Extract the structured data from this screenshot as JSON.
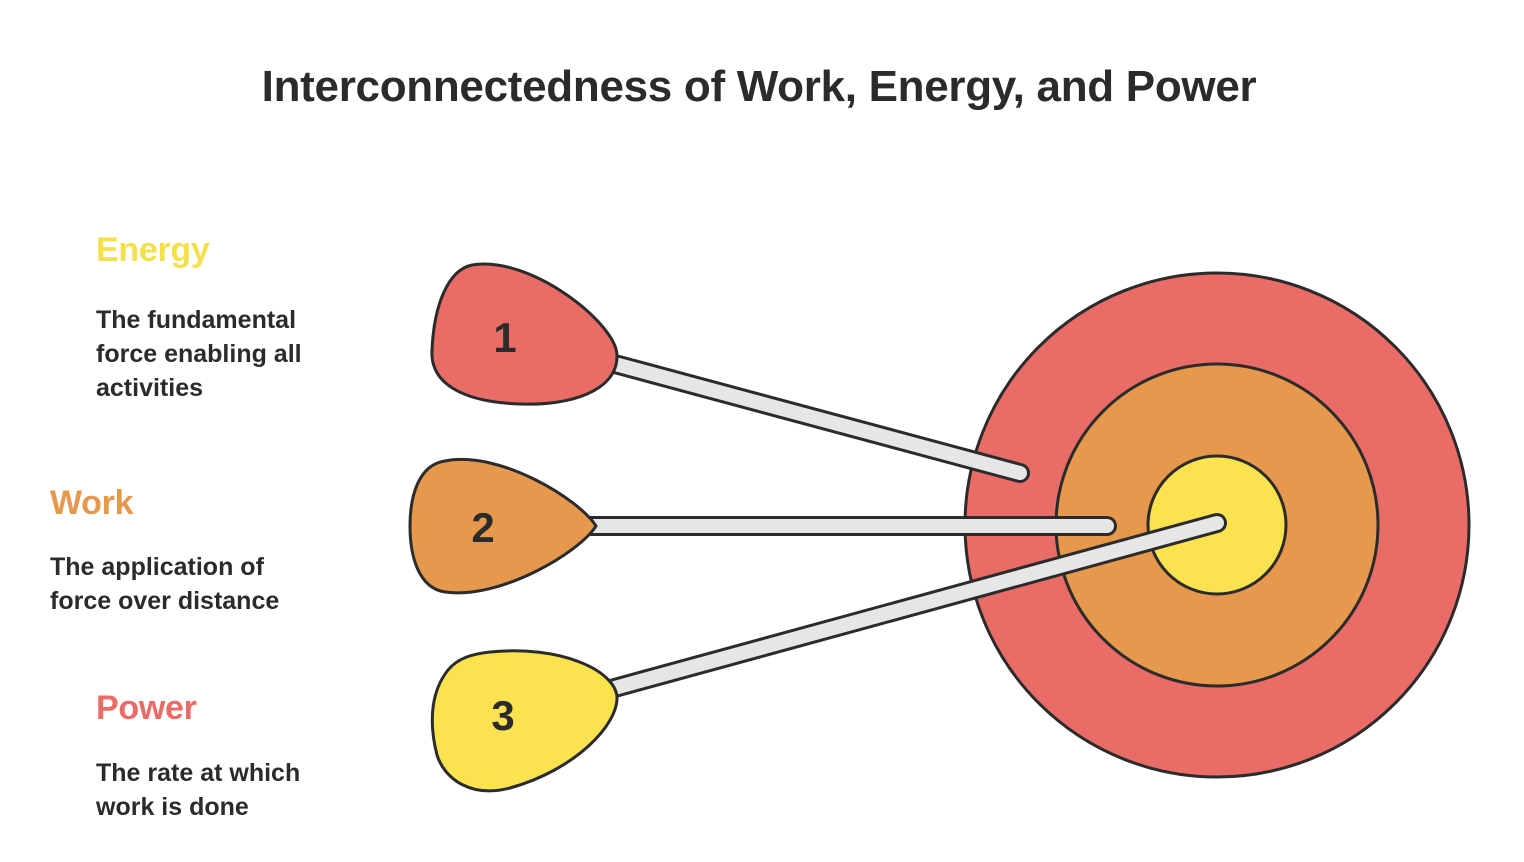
{
  "title": "Interconnectedness of Work, Energy, and Power",
  "colors": {
    "red": "#E96C67",
    "orange": "#E6994C",
    "yellow": "#FAE34F",
    "shaft": "#E6E6E6",
    "outline": "#2b2b2b"
  },
  "items": [
    {
      "number": "1",
      "heading": "Energy",
      "heading_color": "#F5E04C",
      "description": "The fundamental force enabling all activities",
      "fin_color": "red"
    },
    {
      "number": "2",
      "heading": "Work",
      "heading_color": "#E6994C",
      "description": "The application of force over distance",
      "fin_color": "orange"
    },
    {
      "number": "3",
      "heading": "Power",
      "heading_color": "#E96C67",
      "description": "The rate at which work is done",
      "fin_color": "yellow"
    }
  ],
  "target_rings": [
    "red",
    "orange",
    "yellow"
  ]
}
